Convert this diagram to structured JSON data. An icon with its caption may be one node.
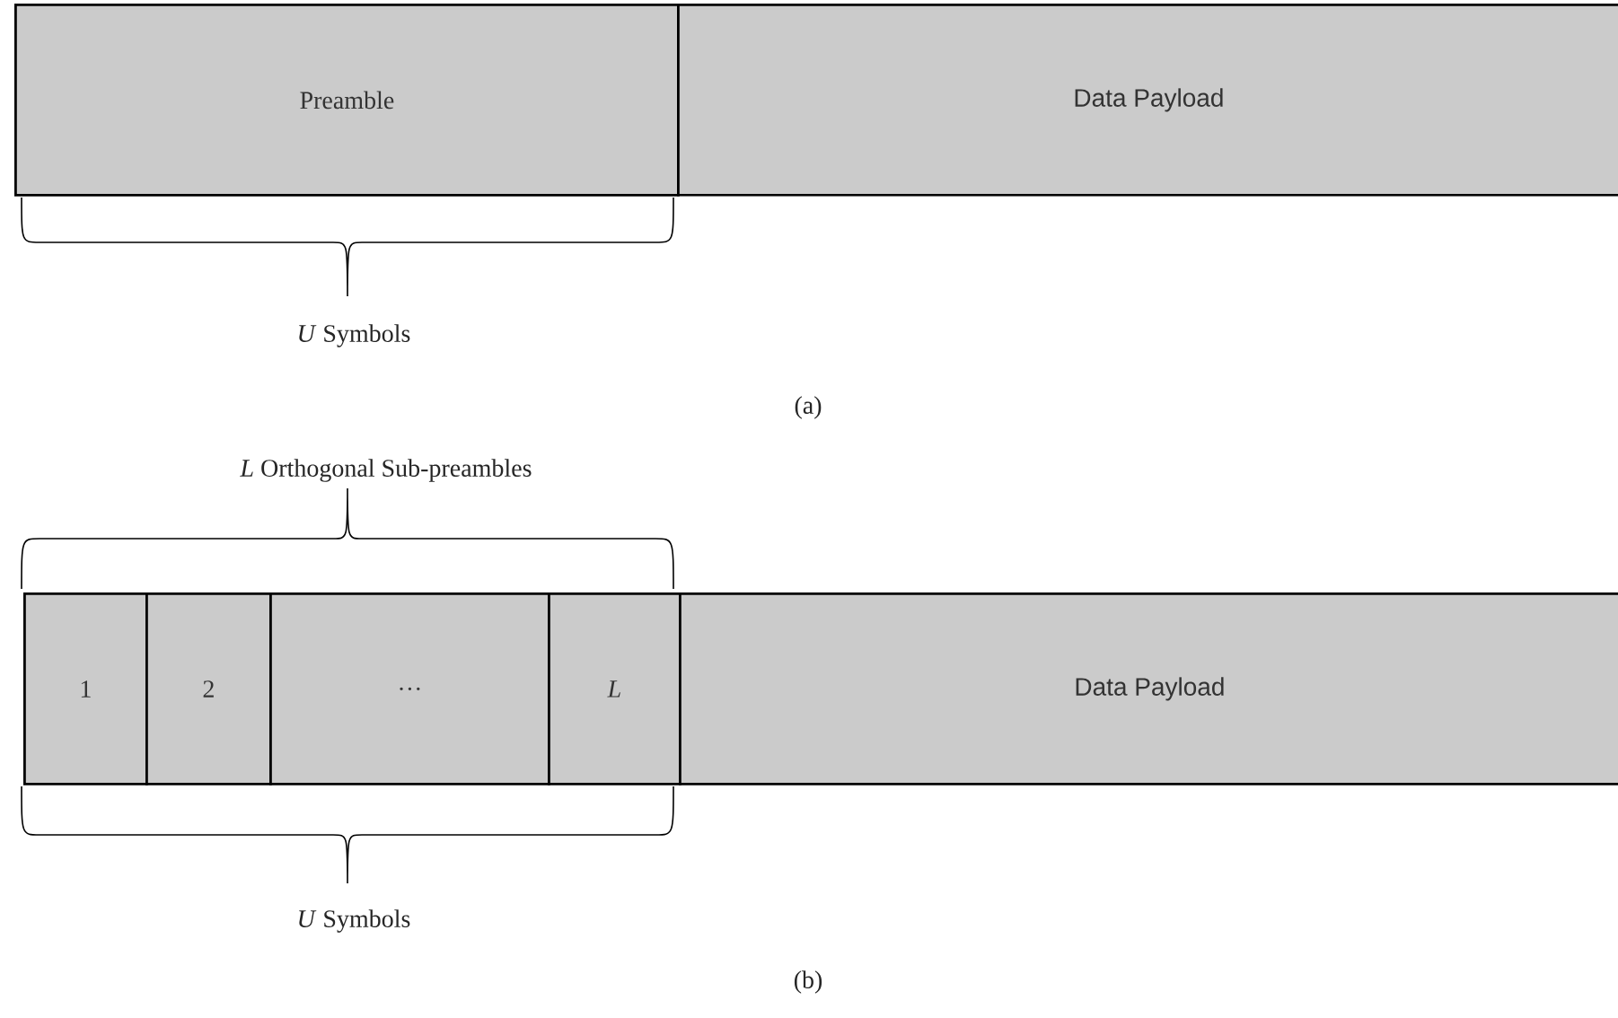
{
  "diagram": {
    "nodes": [
      {
        "text": [
          "Preamble"
        ]
      },
      {
        "text": [
          "Data Payload"
        ]
      },
      {
        "text": [
          "1"
        ]
      },
      {
        "text": [
          "2"
        ]
      },
      {
        "text": [
          "…"
        ]
      },
      {
        "text": [
          "L"
        ]
      },
      {
        "text": [
          "Data Payload"
        ]
      }
    ],
    "labels": [
      "*U* Symbols",
      "(a)",
      "*L* Orthogonal Sub-preambles",
      "*U* Symbols",
      "(b)"
    ]
  }
}
